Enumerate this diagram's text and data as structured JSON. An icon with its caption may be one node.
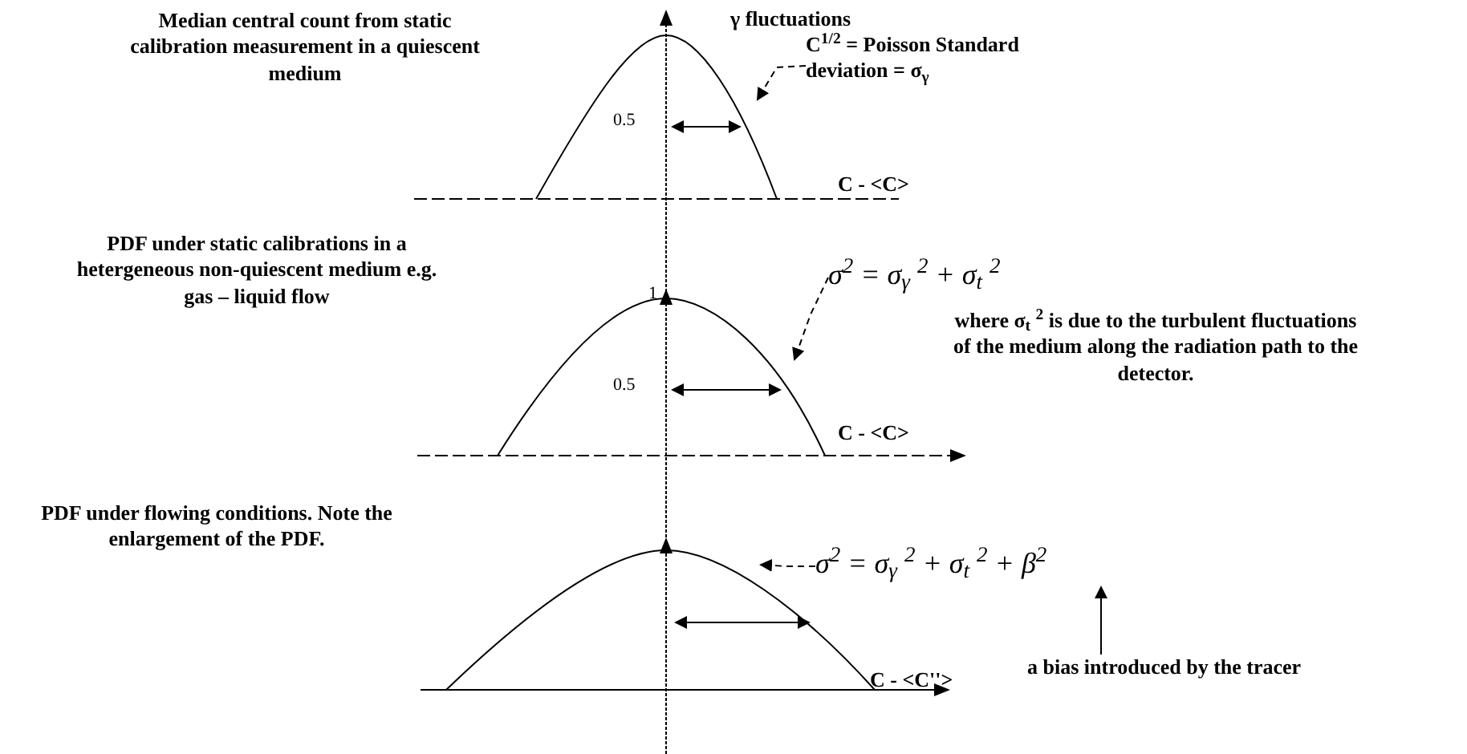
{
  "diagram": {
    "nodes": [
      {
        "text": [
          "C$^{1/2}$ = Poisson Standard deviation = σ$_{γ}$"
        ]
      },
      {
        "text": [
          "σ$^{2}$ = σ$_{γ}$ $^{2}$ + σ$_{t}$ $^{2}$"
        ]
      },
      {
        "text": [
          "σ$^{2}$ = σ$_{γ}$ $^{2}$ + σ$_{t}$ $^{2}$ + β$^{2}$"
        ]
      },
      {
        "text": [
          "a bias introduced by the tracer"
        ]
      }
    ],
    "edges": [
      {
        "from": 0,
        "to": null,
        "arrow": "to",
        "style": "dashed"
      },
      {
        "from": 1,
        "to": null,
        "arrow": "to",
        "style": "dashed"
      },
      {
        "from": 2,
        "to": null,
        "arrow": "to",
        "style": "dashed"
      },
      {
        "from": 3,
        "to": 2,
        "arrow": "to"
      }
    ],
    "labels": [
      "Median central count from static calibration measurement in a quiescent medium",
      "γ fluctuations",
      "0.5",
      "C - <C>",
      "PDF under static calibrations in a hetergeneous non-quiescent medium e.g. gas – liquid flow",
      "1",
      "0.5",
      "where σ$_{t}$ $^{2}$ is due to the turbulent fluctuations of the medium along the radiation path to the detector.",
      "C - <C>",
      "PDF under flowing conditions. Note the enlargement of the PDF.",
      "C - <C''>"
    ]
  }
}
